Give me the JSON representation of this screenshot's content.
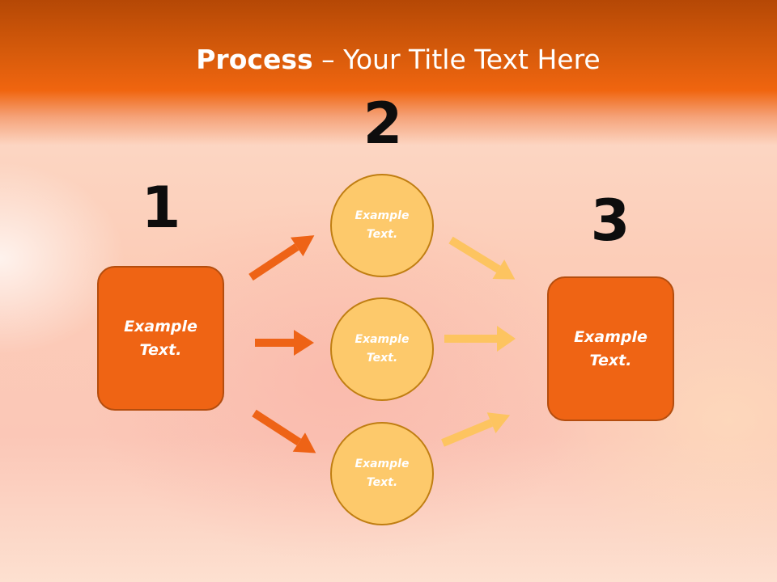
{
  "title": {
    "bold": "Process",
    "rest": " – Your Title Text Here"
  },
  "steps": {
    "one": {
      "number": "1",
      "line1": "Example",
      "line2": "Text."
    },
    "two": {
      "number": "2",
      "circles": [
        {
          "line1": "Example",
          "line2": "Text."
        },
        {
          "line1": "Example",
          "line2": "Text."
        },
        {
          "line1": "Example",
          "line2": "Text."
        }
      ]
    },
    "three": {
      "number": "3",
      "line1": "Example",
      "line2": "Text."
    }
  },
  "colors": {
    "header": "#f0650f",
    "box": "#ef6414",
    "circle": "#fdc96b",
    "arrow_out": "#ee6316",
    "arrow_in": "#fdc460"
  }
}
